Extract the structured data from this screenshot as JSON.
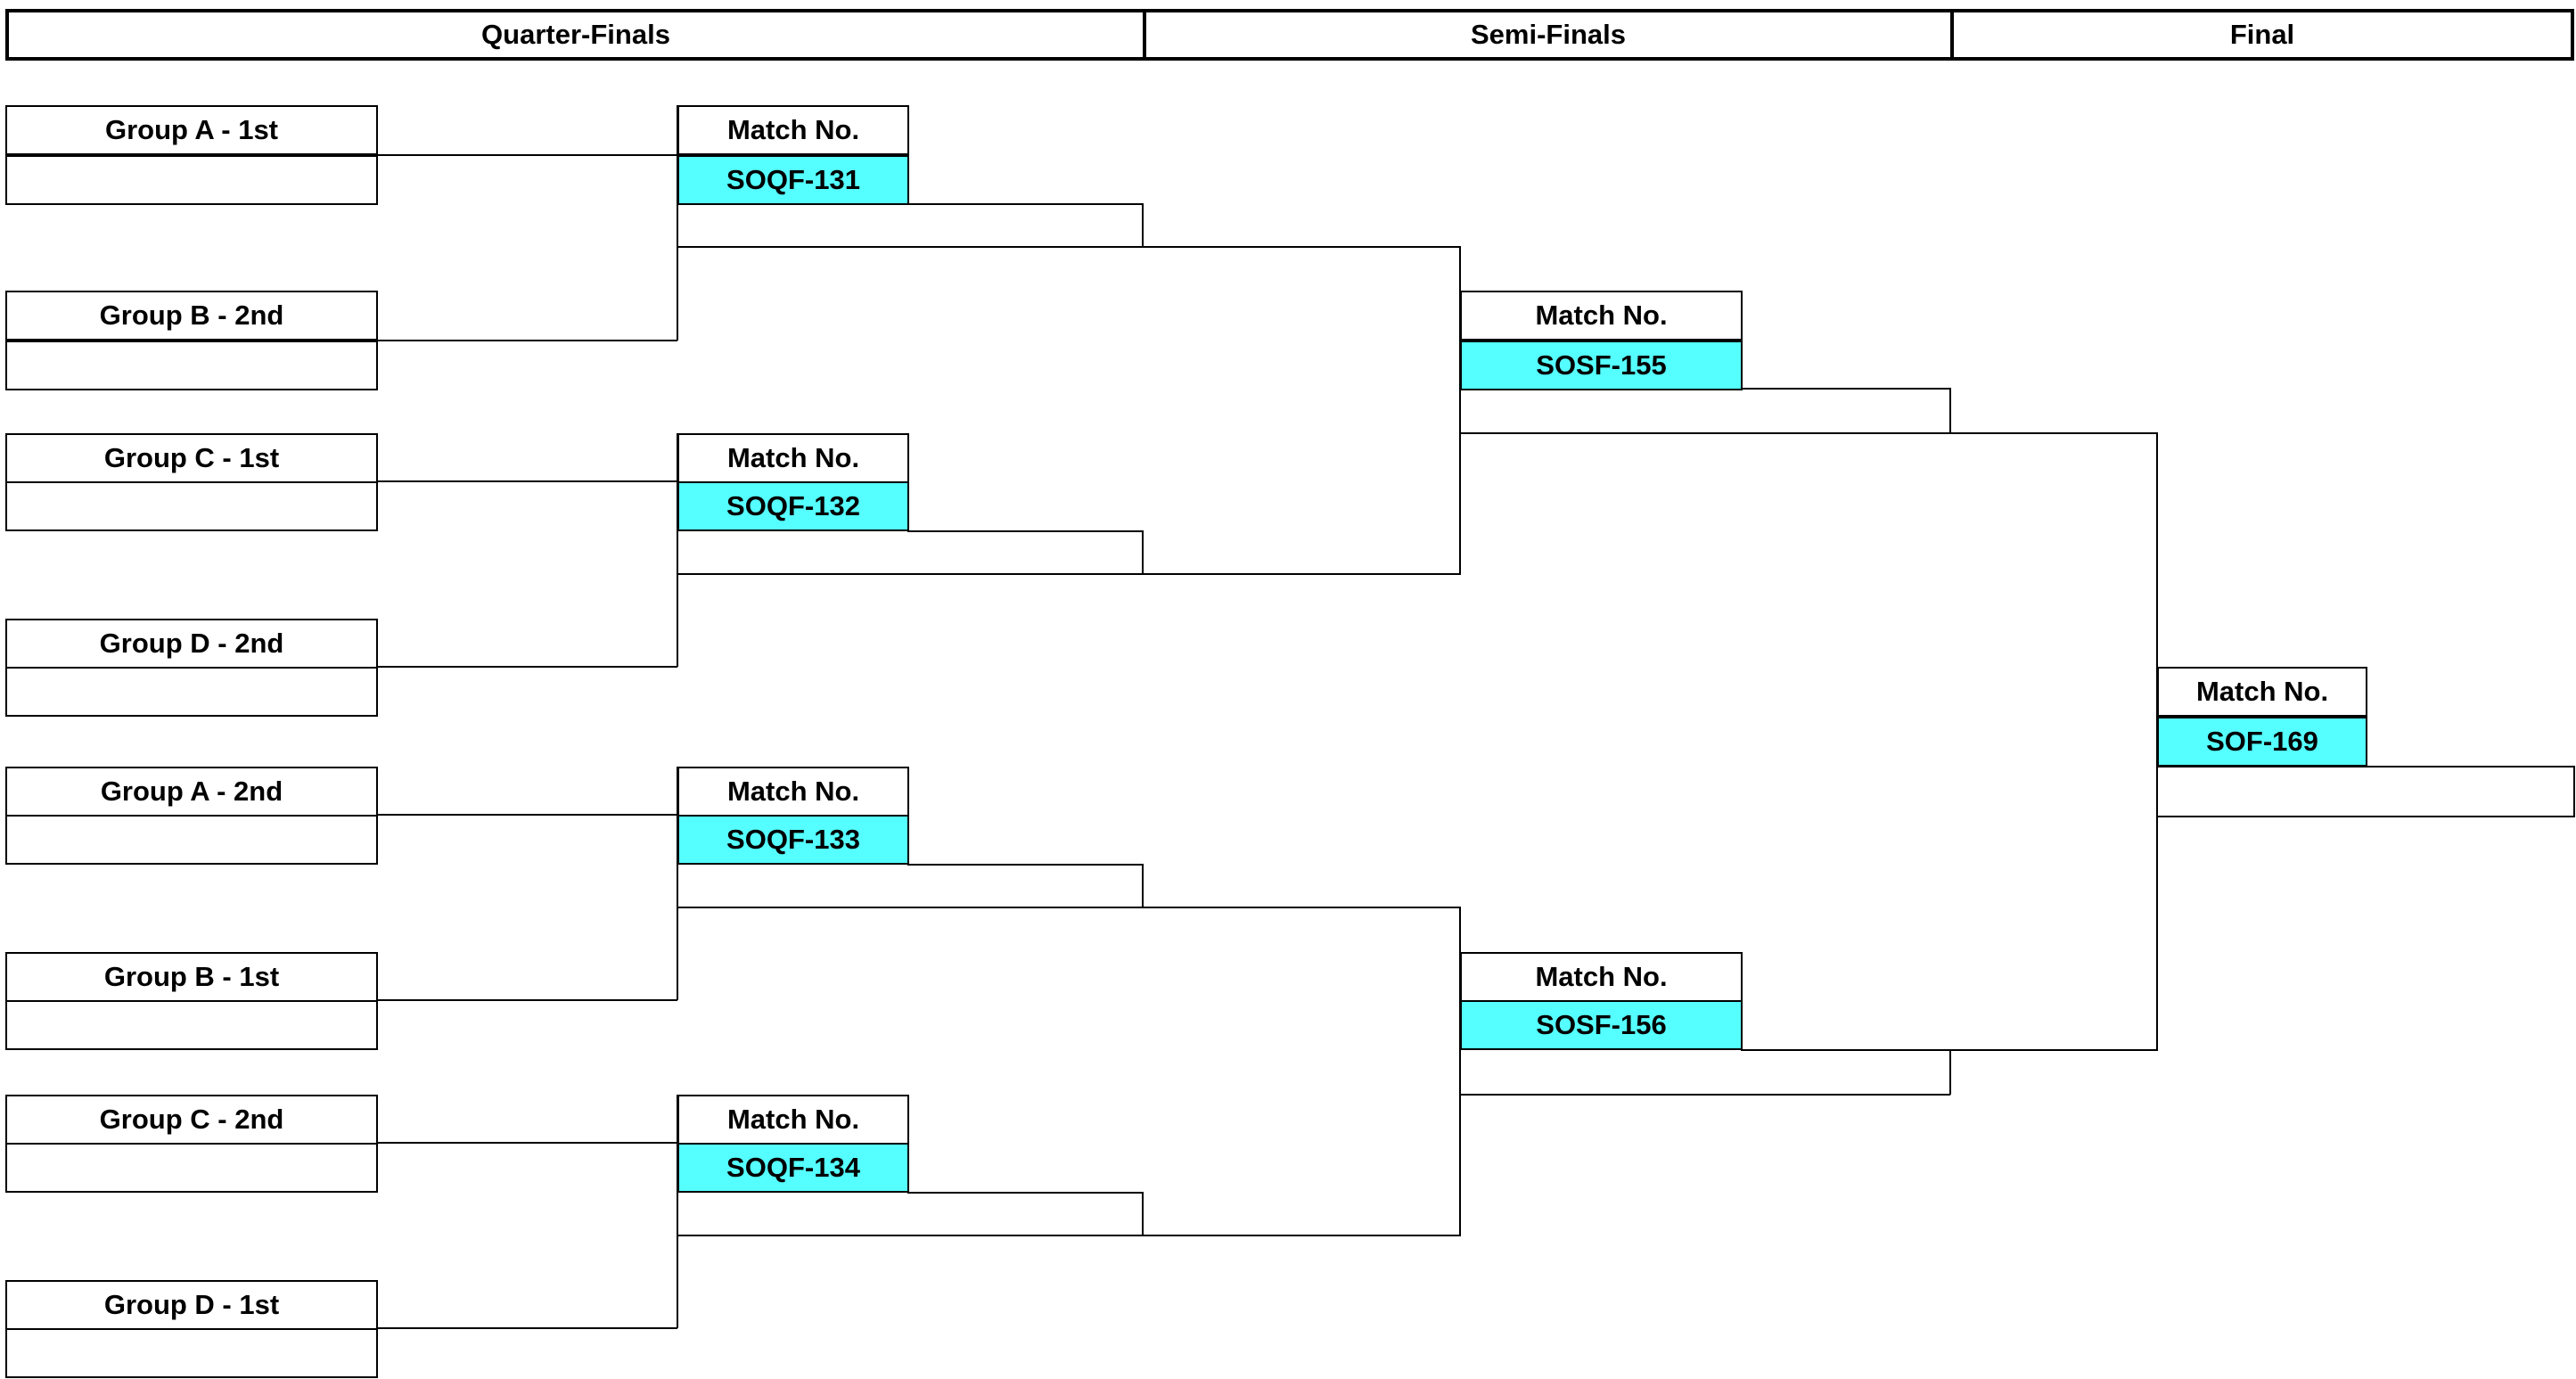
{
  "rounds": {
    "quarter_finals": "Quarter-Finals",
    "semi_finals": "Semi-Finals",
    "final": "Final"
  },
  "match_label": "Match No.",
  "teams": [
    "Group A - 1st",
    "Group B - 2nd",
    "Group C - 1st",
    "Group D - 2nd",
    "Group A - 2nd",
    "Group B - 1st",
    "Group C - 2nd",
    "Group D - 1st"
  ],
  "matches": {
    "qf1": "SOQF-131",
    "qf2": "SOQF-132",
    "qf3": "SOQF-133",
    "qf4": "SOQF-134",
    "sf1": "SOSF-155",
    "sf2": "SOSF-156",
    "final": "SOF-169"
  },
  "colors": {
    "match_code_bg": "#55FFFF",
    "line": "#000000"
  }
}
